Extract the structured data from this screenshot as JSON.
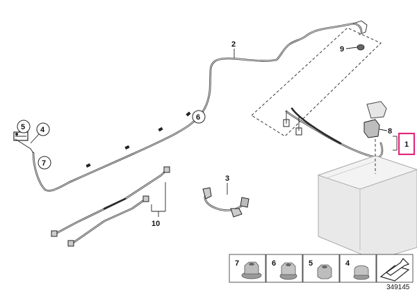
{
  "callouts": {
    "c1": "1",
    "c2": "2",
    "c3": "3",
    "c4": "4",
    "c5": "5",
    "c6": "6",
    "c7": "7",
    "c8": "8",
    "c9": "9",
    "c10": "10"
  },
  "highlight_color": "#e0297a",
  "parts_strip": [
    {
      "label": "7",
      "icon": "flange-nut-icon"
    },
    {
      "label": "6",
      "icon": "collar-nut-icon"
    },
    {
      "label": "5",
      "icon": "hex-nut-icon"
    },
    {
      "label": "4",
      "icon": "cap-nut-icon"
    }
  ],
  "footer": {
    "diagram_number": "349145"
  }
}
